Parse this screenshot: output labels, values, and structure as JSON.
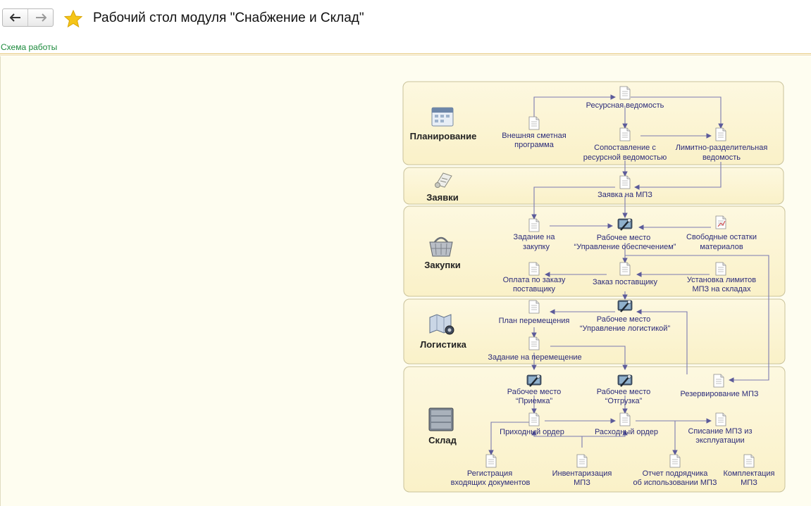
{
  "header": {
    "back_icon": "arrow-left-icon",
    "forward_icon": "arrow-right-icon",
    "favorite_icon": "star-icon",
    "title": "Рабочий стол модуля \"Снабжение и Склад\""
  },
  "schema_link": "Схема работы",
  "colors": {
    "accent_link": "#1c8a3c",
    "diagram_text": "#2b2b7a",
    "block_fill": "#fdf6d6",
    "connector": "#7b7ab0"
  },
  "sections": {
    "planning": "Планирование",
    "requests": "Заявки",
    "purchases": "Закупки",
    "logistics": "Логистика",
    "warehouse": "Склад"
  },
  "nodes": {
    "resource_sheet": "Ресурсная ведомость",
    "external_estimate_1": "Внешняя сметная",
    "external_estimate_2": "программа",
    "comparison_1": "Сопоставление с",
    "comparison_2": "ресурсной ведомостью",
    "limit_sheet_1": "Лимитно-разделительная",
    "limit_sheet_2": "ведомость",
    "mpz_request": "Заявка на МПЗ",
    "purchase_task_1": "Задание на",
    "purchase_task_2": "закупку",
    "supply_wp_1": "Рабочее место",
    "supply_wp_2": "“Управление обеспечением”",
    "free_stock_1": "Свободные остатки",
    "free_stock_2": "материалов",
    "payment_1": "Оплата по заказу",
    "payment_2": "поставщику",
    "supplier_order": "Заказ поставщику",
    "limits_1": "Установка лимитов",
    "limits_2": "МПЗ на складах",
    "move_plan": "План перемещения",
    "logistics_wp_1": "Рабочее место",
    "logistics_wp_2": "“Управление логистикой”",
    "move_task": "Задание на перемещение",
    "receiving_wp_1": "Рабочее место",
    "receiving_wp_2": "“Приемка”",
    "shipping_wp_1": "Рабочее место",
    "shipping_wp_2": "“Отгрузка”",
    "reservation": "Резервирование МПЗ",
    "receipt_order": "Приходный ордер",
    "expense_order": "Расходный ордер",
    "writeoff_1": "Списание МПЗ из",
    "writeoff_2": "эксплуатации",
    "registration_1": "Регистрация",
    "registration_2": "входящих документов",
    "inventory_1": "Инвентаризация",
    "inventory_2": "МПЗ",
    "contractor_report_1": "Отчет подрядчика",
    "contractor_report_2": "об использовании МПЗ",
    "kitting_1": "Комплектация",
    "kitting_2": "МПЗ"
  }
}
